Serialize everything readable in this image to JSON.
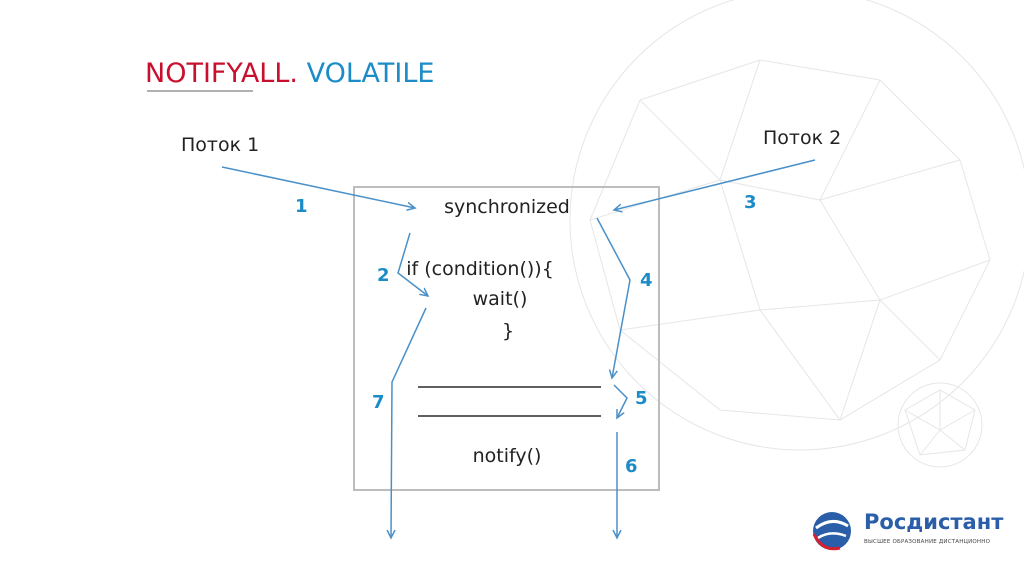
{
  "title": {
    "part1": "NOTIFYALL.",
    "part2": "VOLATILE"
  },
  "threads": {
    "thread1": "Поток 1",
    "thread2": "Поток 2"
  },
  "code": {
    "sync": "synchronized",
    "if_line": "if (condition()){",
    "wait": "wait()",
    "close": "}",
    "notify": "notify()"
  },
  "steps": [
    "1",
    "2",
    "3",
    "4",
    "5",
    "6",
    "7"
  ],
  "logo": {
    "name": "Росдистант",
    "subtitle": "ВЫСШЕЕ ОБРАЗОВАНИЕ ДИСТАНЦИОННО"
  },
  "colors": {
    "red": "#c8102e",
    "blue": "#1b8cc8",
    "arrow": "#4a90c8"
  }
}
